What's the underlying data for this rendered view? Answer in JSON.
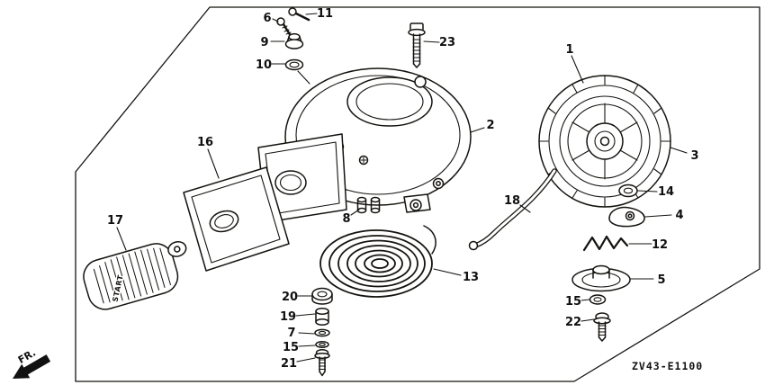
{
  "frame": {
    "code": "ZV43-E1100",
    "fr_label": "FR."
  },
  "handle": {
    "text": "START"
  },
  "callouts": [
    "1",
    "2",
    "3",
    "4",
    "5",
    "6",
    "7",
    "8",
    "9",
    "10",
    "11",
    "12",
    "13",
    "14",
    "15",
    "16",
    "17",
    "18",
    "19",
    "20",
    "21",
    "22",
    "23"
  ]
}
